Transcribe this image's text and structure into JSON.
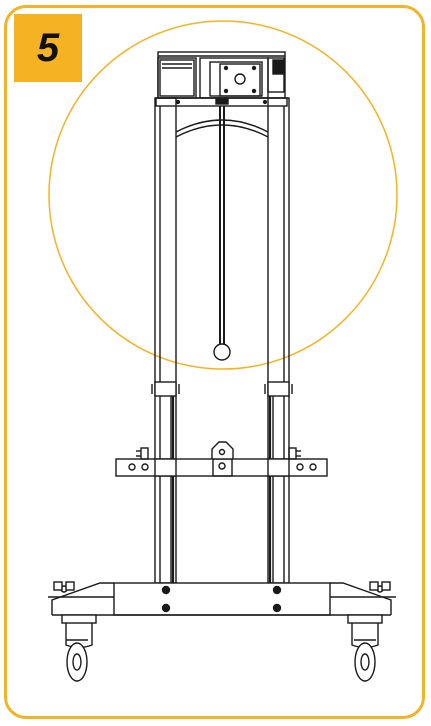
{
  "step": {
    "number": "5"
  },
  "colors": {
    "accent": "#f5b324",
    "line": "#1a1a1a",
    "background": "#ffffff"
  },
  "figure": {
    "subject": "stand-assembly",
    "highlight": "circle-zoom-top-section"
  }
}
